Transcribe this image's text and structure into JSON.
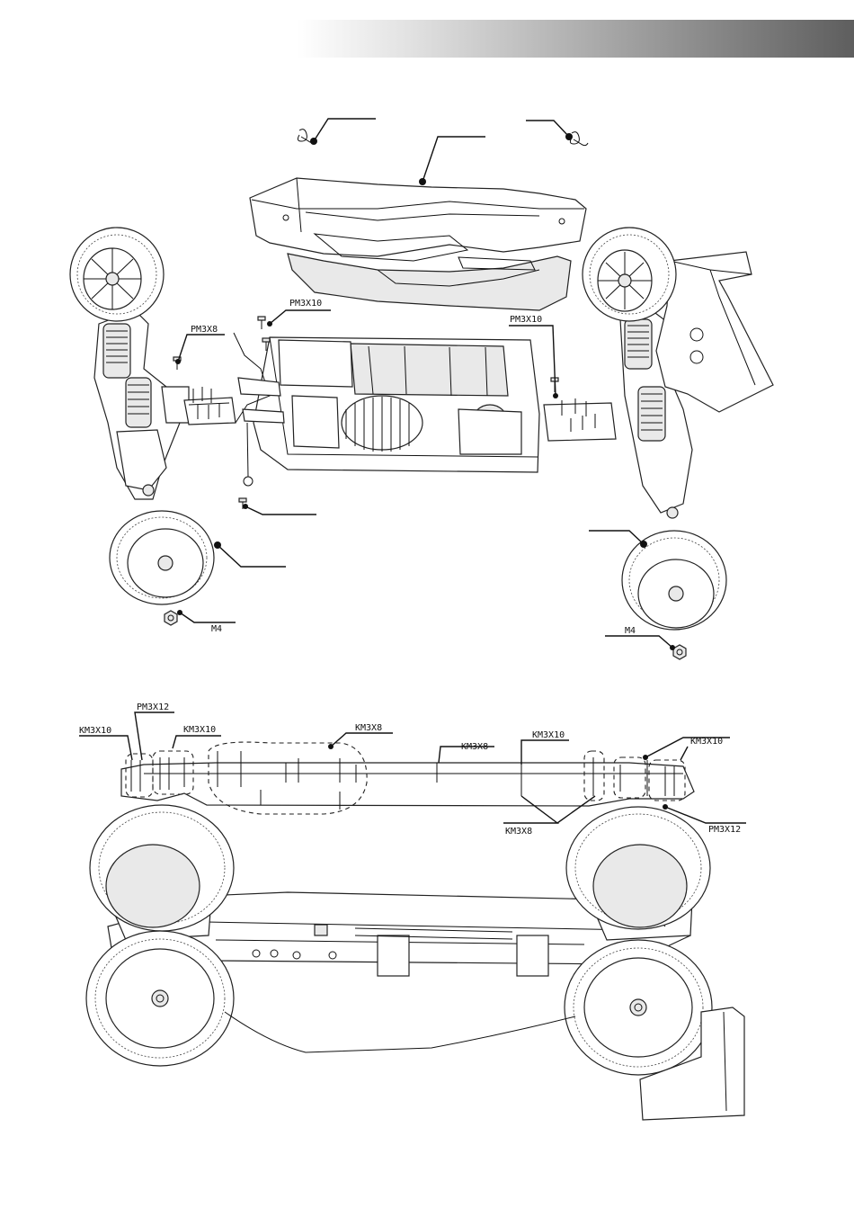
{
  "labels": {
    "pm3x10_left": "PM3X10",
    "pm3x8": "PM3X8",
    "pm3x10_right": "PM3X10",
    "m4_left": "M4",
    "m4_right": "M4",
    "pm3x12_top": "PM3X12",
    "km3x10_a": "KM3X10",
    "km3x10_b": "KM3X10",
    "km3x8_a": "KM3X8",
    "km3x8_b": "KM3X8",
    "km3x10_c": "KM3X10",
    "km3x10_d": "KM3X10",
    "km3x8_c": "KM3X8",
    "pm3x12_bottom": "PM3X12"
  },
  "colors": {
    "line": "#111111",
    "part_fill": "#ffffff",
    "part_shade": "#e9e9e9",
    "header_dark": "#5e5e5e",
    "header_light": "#ffffff"
  },
  "icons": {
    "body_clip": "body-clip-icon",
    "screw": "screw-icon",
    "nut": "nut-icon",
    "wheel": "wheel-icon"
  }
}
